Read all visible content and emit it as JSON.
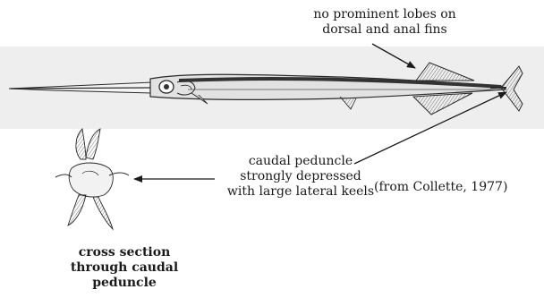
{
  "labels": {
    "fins": [
      "no prominent lobes on",
      "dorsal and anal fins"
    ],
    "peduncle": [
      "caudal peduncle",
      "strongly depressed",
      "with large lateral keels"
    ],
    "source": "(from Collette, 1977)",
    "cross_section": [
      "cross section",
      "through caudal",
      "peduncle"
    ]
  },
  "figure": {
    "subject_icon": "needlefish-illustration-icon",
    "cross_section_icon": "peduncle-cross-section-icon",
    "ink_color": "#2a2a2a",
    "shade_color": "#d6d6d6"
  }
}
